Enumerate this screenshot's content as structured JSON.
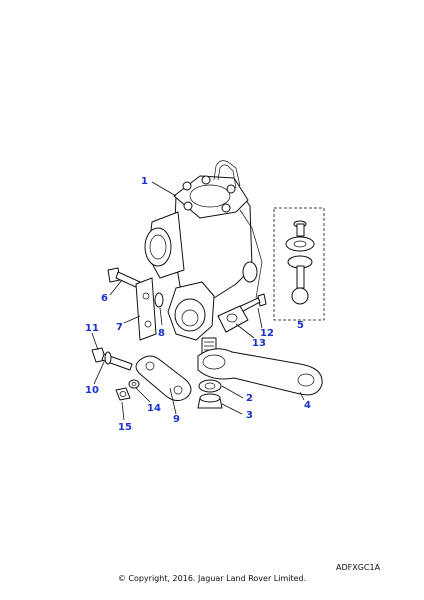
{
  "callouts": [
    {
      "id": "1",
      "label": "1"
    },
    {
      "id": "2",
      "label": "2"
    },
    {
      "id": "3",
      "label": "3"
    },
    {
      "id": "4",
      "label": "4"
    },
    {
      "id": "5",
      "label": "5"
    },
    {
      "id": "6",
      "label": "6"
    },
    {
      "id": "7",
      "label": "7"
    },
    {
      "id": "8",
      "label": "8"
    },
    {
      "id": "9",
      "label": "9"
    },
    {
      "id": "10",
      "label": "10"
    },
    {
      "id": "11",
      "label": "11"
    },
    {
      "id": "12",
      "label": "12"
    },
    {
      "id": "13",
      "label": "13"
    },
    {
      "id": "14",
      "label": "14"
    },
    {
      "id": "15",
      "label": "15"
    }
  ],
  "diagram_code": "ADFXGC1A",
  "copyright": "© Copyright, 2016. Jaguar Land Rover Limited.",
  "colors": {
    "callout": "#1a33cc",
    "line": "#111111",
    "background": "#ffffff"
  }
}
